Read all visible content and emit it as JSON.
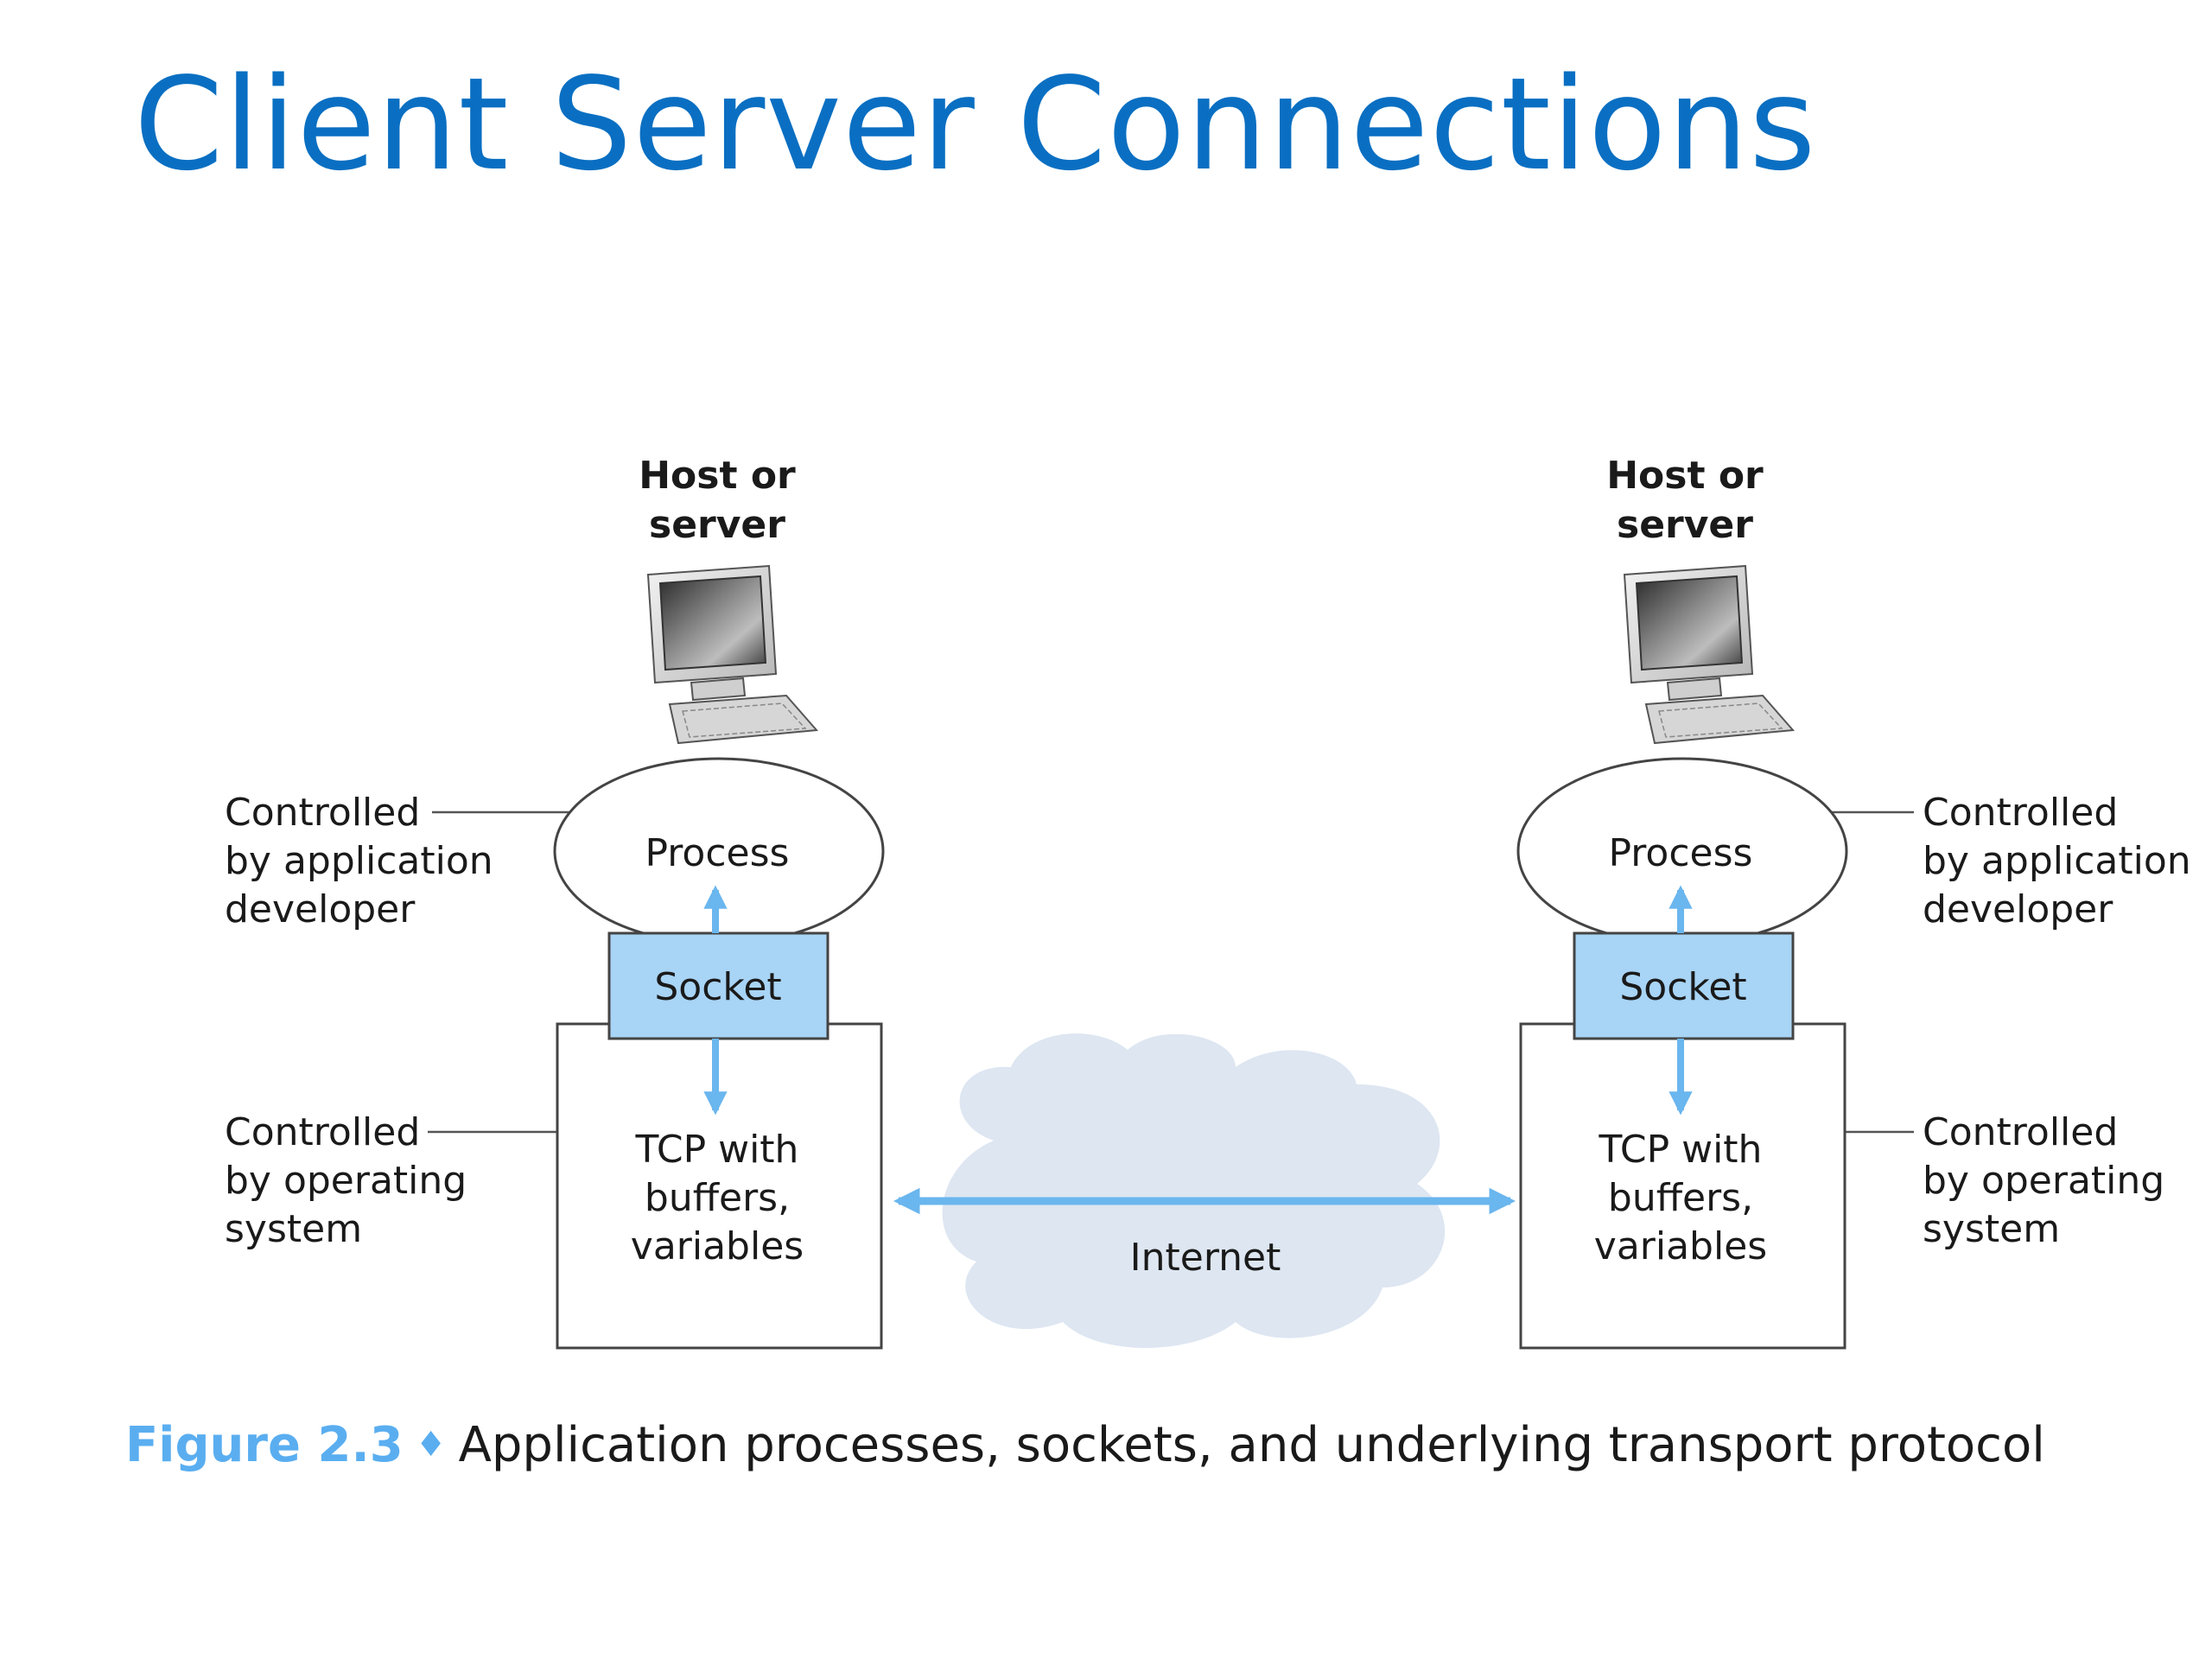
{
  "title": "Client Server Connections",
  "colors": {
    "title": "#0a6fc2",
    "socket_fill": "#a8d4f5",
    "arrow": "#6ab6ee",
    "cloud": "#dde6f1",
    "figure_number": "#5aaef0"
  },
  "hosts": [
    {
      "label_line1": "Host or",
      "label_line2": "server",
      "icon": "desktop-computer-icon",
      "process_label": "Process",
      "socket_label": "Socket",
      "tcp_line1": "TCP with",
      "tcp_line2": "buffers,",
      "tcp_line3": "variables",
      "app_line1": "Controlled",
      "app_line2": "by application",
      "app_line3": "developer",
      "os_line1": "Controlled",
      "os_line2": "by operating",
      "os_line3": "system"
    },
    {
      "label_line1": "Host or",
      "label_line2": "server",
      "icon": "desktop-computer-icon",
      "process_label": "Process",
      "socket_label": "Socket",
      "tcp_line1": "TCP with",
      "tcp_line2": "buffers,",
      "tcp_line3": "variables",
      "app_line1": "Controlled",
      "app_line2": "by application",
      "app_line3": "developer",
      "os_line1": "Controlled",
      "os_line2": "by operating",
      "os_line3": "system"
    }
  ],
  "internet_label": "Internet",
  "caption": {
    "figure_number": "Figure 2.3",
    "separator": "♦",
    "text": "Application processes, sockets, and underlying transport protocol"
  }
}
